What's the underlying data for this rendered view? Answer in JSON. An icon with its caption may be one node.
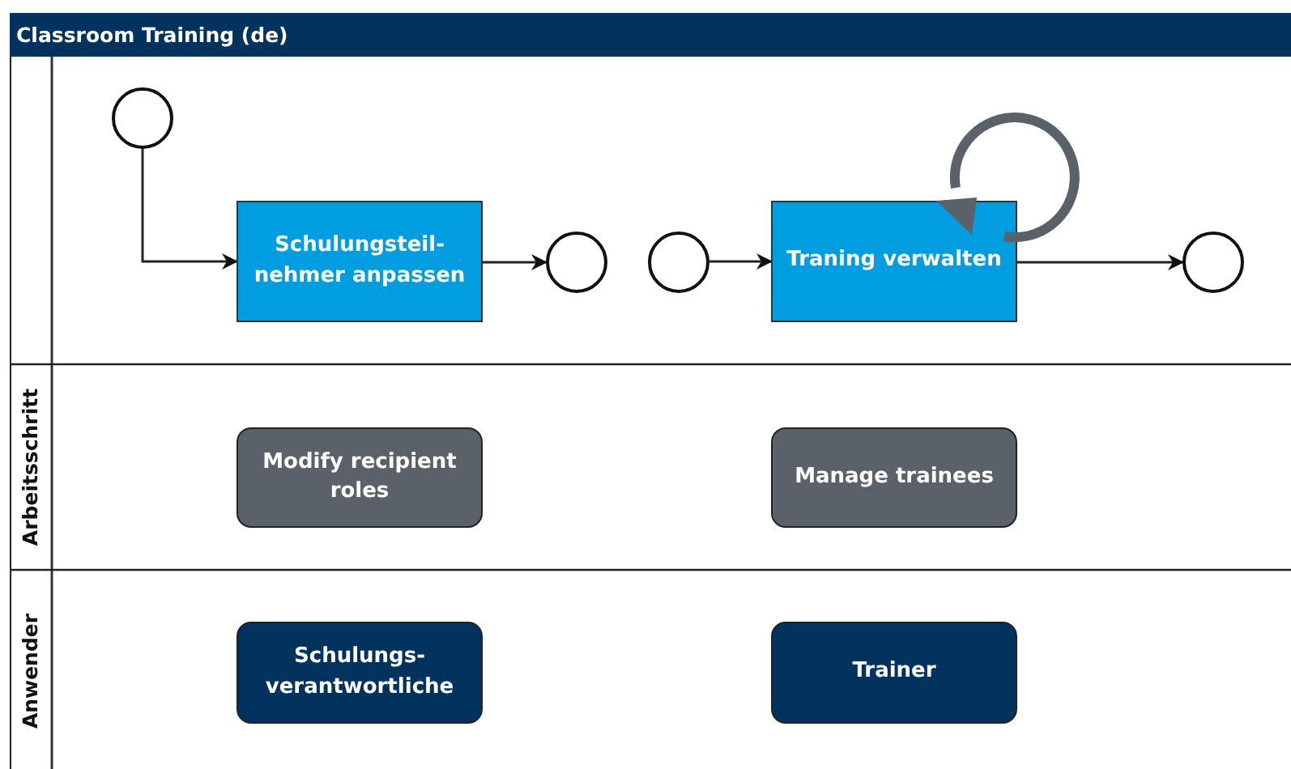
{
  "diagram": {
    "title": "Classroom Training (de)",
    "nodes": [
      {
        "text": [],
        "shape": "circle"
      },
      {
        "text": [
          "Schulungsteil- nehmer anpassen"
        ]
      },
      {
        "text": [],
        "shape": "circle"
      },
      {
        "text": [],
        "shape": "circle"
      },
      {
        "text": [
          "Traning verwalten"
        ]
      },
      {
        "text": [],
        "shape": "circle"
      },
      {
        "text": [
          "Modify recipient roles"
        ]
      },
      {
        "text": [
          "Manage trainees"
        ]
      },
      {
        "text": [
          "Schulungs- verantwortliche"
        ]
      },
      {
        "text": [
          "Trainer"
        ]
      }
    ],
    "edges": [
      {
        "from": 0,
        "to": 1,
        "arrow": "to"
      },
      {
        "from": 1,
        "to": 2,
        "arrow": "to"
      },
      {
        "from": 3,
        "to": 4,
        "arrow": "to"
      },
      {
        "from": 4,
        "to": 5,
        "arrow": "to"
      }
    ],
    "labels": [
      "Arbeitsschritt",
      "Anwender"
    ]
  }
}
